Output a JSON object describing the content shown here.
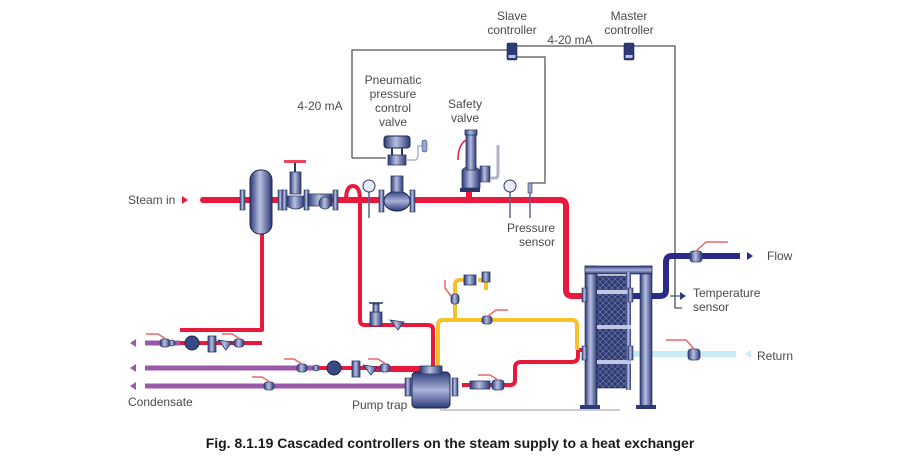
{
  "figure": {
    "caption": "Fig. 8.1.19 Cascaded controllers on the steam supply to a heat exchanger"
  },
  "labels": {
    "slave_controller_line1": "Slave",
    "slave_controller_line2": "controller",
    "master_controller_line1": "Master",
    "master_controller_line2": "controller",
    "signal_top": "4-20 mA",
    "signal_left": "4-20 mA",
    "pneumatic_line1": "Pneumatic",
    "pneumatic_line2": "pressure",
    "pneumatic_line3": "control",
    "pneumatic_line4": "valve",
    "safety_line1": "Safety",
    "safety_line2": "valve",
    "steam_in": "Steam in",
    "pressure_line1": "Pressure",
    "pressure_line2": "sensor",
    "flow": "Flow",
    "temperature_line1": "Temperature",
    "temperature_line2": "sensor",
    "return": "Return",
    "condensate": "Condensate",
    "pump_trap": "Pump trap"
  },
  "colors": {
    "steam": "#e8193c",
    "condensate": "#9b59a9",
    "motive": "#f5c22a",
    "secondary_flow": "#2a2a8a",
    "secondary_return": "#c9eaf7",
    "equipment": "#3a4a85"
  }
}
